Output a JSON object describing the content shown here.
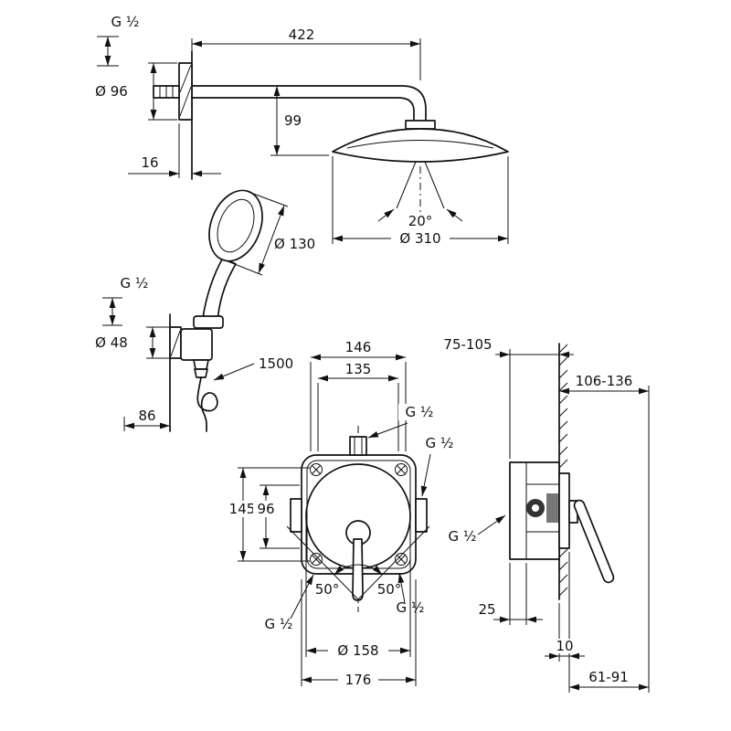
{
  "drawing": {
    "head_shower": {
      "thread": "G ½",
      "arm_length": "422",
      "flange_diameter": "Ø 96",
      "head_drop": "99",
      "flange_depth": "16",
      "spray_angle": "20°",
      "head_diameter": "Ø 310"
    },
    "hand_shower": {
      "head_diameter": "Ø 130",
      "thread": "G ½",
      "flange_diameter": "Ø 48",
      "hose_length": "1500",
      "wall_offset": "86"
    },
    "mixer_front": {
      "width_146": "146",
      "width_135": "135",
      "thread_top": "G ½",
      "thread_right": "G ½",
      "height_145": "145",
      "height_96": "96",
      "angle_left": "50°",
      "angle_right": "50°",
      "thread_bottom_left": "G ½",
      "thread_bottom_right": "G ½",
      "trim_diameter": "Ø 158",
      "body_width": "176"
    },
    "mixer_side": {
      "depth_range": "75-105",
      "depth_range_total": "106-136",
      "thread": "G ½",
      "depth_25": "25",
      "offset_10": "10",
      "lever_range": "61-91"
    }
  }
}
